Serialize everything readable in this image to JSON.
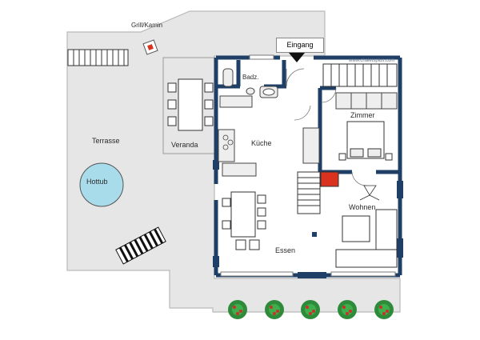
{
  "labels": {
    "grill": "Grill/Kamin",
    "terrace": "Terrasse",
    "hottub": "Hottub",
    "veranda": "Veranda",
    "entrance": "Eingang",
    "bath": "Badz.",
    "kitchen": "Küche",
    "room": "Zimmer",
    "living": "Wohnen",
    "dining": "Essen",
    "watermark": "www.chaletsplus.com"
  },
  "colors": {
    "wall": "#1f3f66",
    "terrace": "#e6e6e6",
    "fixture": "#eeeeee",
    "stove": "#d9321f",
    "hottub": "#a9dcea",
    "plant": "#2e8b3a"
  }
}
